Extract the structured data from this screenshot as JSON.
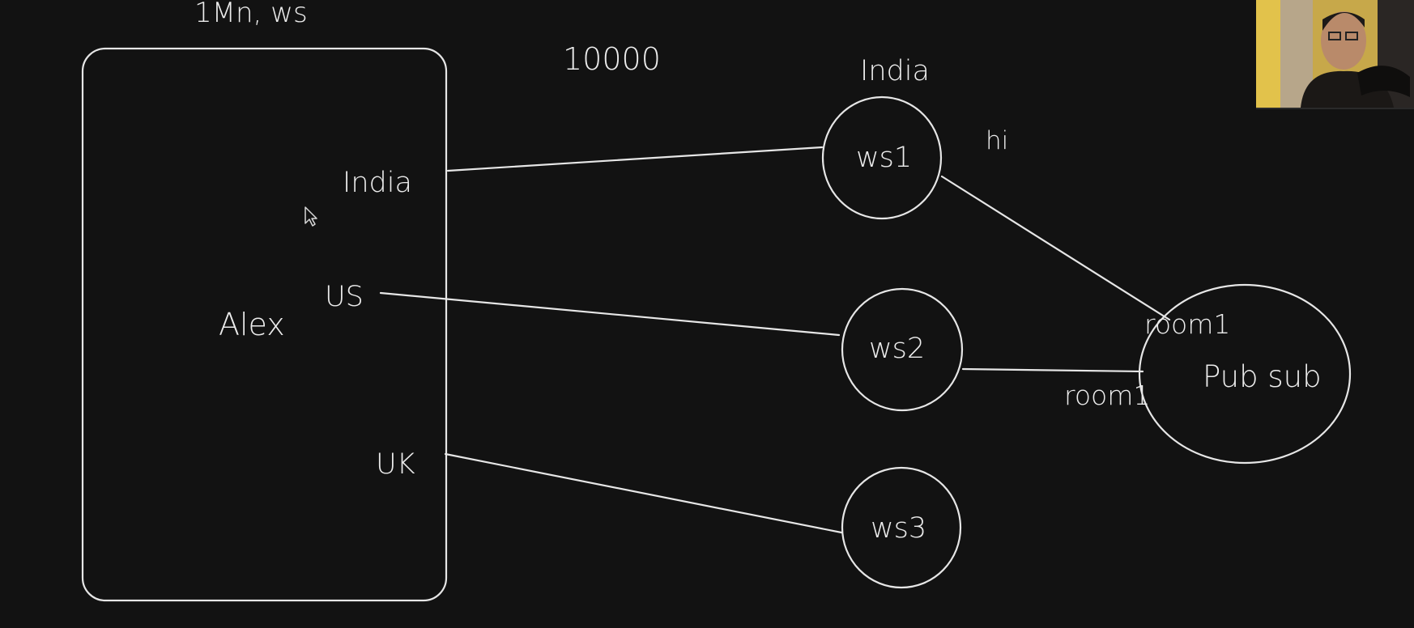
{
  "diagram": {
    "header_note": "1Mn, ws",
    "count_note": "10000",
    "client_box": {
      "user": "Alex",
      "regions": [
        "India",
        "US",
        "UK"
      ]
    },
    "ws_servers": [
      {
        "label": "ws1",
        "region_label": "India",
        "message_note": "hi"
      },
      {
        "label": "ws2"
      },
      {
        "label": "ws3"
      }
    ],
    "pubsub": {
      "label": "Pub sub",
      "room_labels": [
        "room1",
        "room1"
      ]
    }
  },
  "webcam": {
    "icon": "webcam-presenter-icon"
  },
  "colors": {
    "background": "#121212",
    "ink": "#e6e6e6"
  }
}
